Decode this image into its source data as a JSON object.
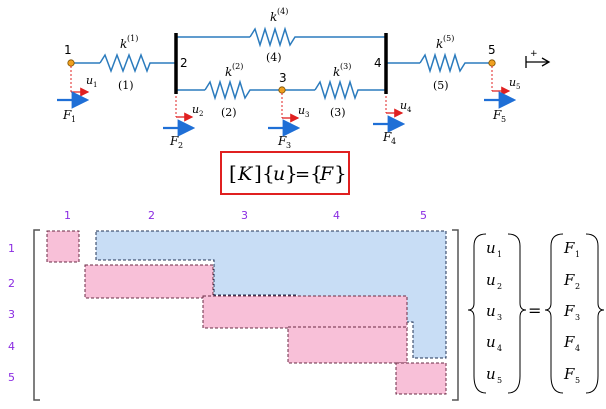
{
  "nodes": [
    {
      "label": "1",
      "force": "F",
      "force_sub": "1",
      "disp": "u",
      "disp_sub": "1"
    },
    {
      "label": "2",
      "force": "F",
      "force_sub": "2",
      "disp": "u",
      "disp_sub": "2"
    },
    {
      "label": "3",
      "force": "F",
      "force_sub": "3",
      "disp": "u",
      "disp_sub": "3"
    },
    {
      "label": "4",
      "force": "F",
      "force_sub": "4",
      "disp": "u",
      "disp_sub": "4"
    },
    {
      "label": "5",
      "force": "F",
      "force_sub": "5",
      "disp": "u",
      "disp_sub": "5"
    }
  ],
  "springs": [
    {
      "k": "k",
      "sup": "(1)",
      "element": "(1)"
    },
    {
      "k": "k",
      "sup": "(2)",
      "element": "(2)"
    },
    {
      "k": "k",
      "sup": "(3)",
      "element": "(3)"
    },
    {
      "k": "k",
      "sup": "(4)",
      "element": "(4)"
    },
    {
      "k": "k",
      "sup": "(5)",
      "element": "(5)"
    }
  ],
  "sign_convention": "+",
  "equation": {
    "K": "K",
    "u": "u",
    "F": "F"
  },
  "matrix": {
    "col_headers": [
      "1",
      "2",
      "3",
      "4",
      "5"
    ],
    "row_headers": [
      "1",
      "2",
      "3",
      "4",
      "5"
    ],
    "u_vector": [
      "u",
      "u",
      "u",
      "u",
      "u"
    ],
    "u_subs": [
      "1",
      "2",
      "3",
      "4",
      "5"
    ],
    "F_vector": [
      "F",
      "F",
      "F",
      "F",
      "F"
    ],
    "F_subs": [
      "1",
      "2",
      "3",
      "4",
      "5"
    ],
    "equals": "="
  },
  "colors": {
    "spring": "#2b7bbd",
    "node": "#f0a020",
    "force_arrow": "#1f6fd6",
    "disp_arrow": "#e02020",
    "equation_box": "#e02020",
    "index_purple": "#8a2be2",
    "diag_block": "#f8c0d8",
    "upper_fill": "#c8ddf5"
  }
}
